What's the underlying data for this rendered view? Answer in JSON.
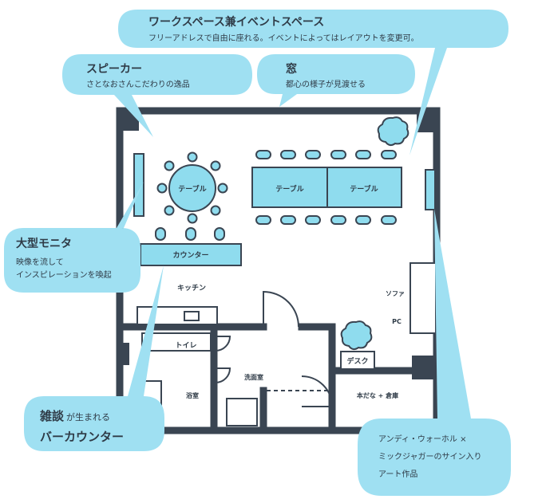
{
  "colors": {
    "wall": "#3a4552",
    "furniture_fill": "#8fdcee",
    "bubble_fill": "#9fe0f2",
    "ink": "#2f3b47",
    "floor": "#ffffff"
  },
  "callouts": {
    "workspace": {
      "title": "ワークスペース兼イベントスペース",
      "text": "フリーアドレスで自由に座れる。イベントによってはレイアウトを変更可。"
    },
    "speaker": {
      "title": "スピーカー",
      "text": "さとなおさんこだわりの逸品"
    },
    "window": {
      "title": "窓",
      "text": "都心の様子が見渡せる"
    },
    "monitor": {
      "title": "大型モニタ",
      "lines": [
        "映像を流して",
        "インスピレーションを喚起"
      ]
    },
    "bar": {
      "title_part1": "雑談",
      "title_part2": "が生まれる",
      "title_line2": "バーカウンター"
    },
    "art": {
      "lines": [
        "アンディ・ウォーホル ×",
        "ミックジャガーのサイン入り",
        "アート作品"
      ]
    }
  },
  "rooms": {
    "round_table": "テーブル",
    "table_left": "テーブル",
    "table_right": "テーブル",
    "counter": "カウンター",
    "kitchen": "キッチン",
    "sofa": "ソファ",
    "pc": "PC",
    "desk": "デスク",
    "toilet": "トイレ",
    "washroom": "洗面室",
    "bath": "浴室",
    "shelf_storage": "本だな + 倉庫"
  }
}
